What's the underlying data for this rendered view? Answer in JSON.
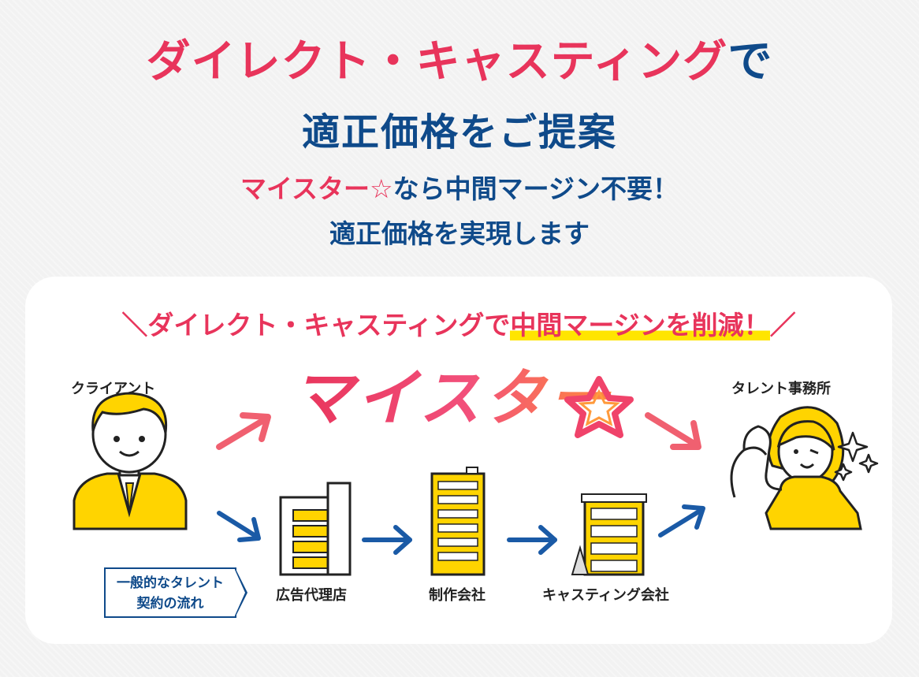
{
  "headline": {
    "line1_pink": "ダイレクト・キャスティング",
    "line1_blue": "で",
    "line2": "適正価格をご提案",
    "line3_pink": "マイスター☆",
    "line3_blue": "なら中間マージン不要！",
    "line4": "適正価格を実現します"
  },
  "card": {
    "title_pre": "＼ダイレクト・キャスティングで",
    "title_highlight": "中間マージンを削減！",
    "title_post": "／",
    "logo": "マイスター",
    "client_label": "クライアント",
    "talent_label": "タレント事務所",
    "flow_tag_line1": "一般的なタレント",
    "flow_tag_line2": "契約の流れ",
    "flow": [
      "広告代理店",
      "制作会社",
      "キャスティング会社"
    ]
  },
  "colors": {
    "pink": "#e8345b",
    "navy": "#0f4a8a",
    "yellow": "#ffe500",
    "arrow_pink": "#f06070",
    "arrow_blue": "#1a5aa6"
  }
}
